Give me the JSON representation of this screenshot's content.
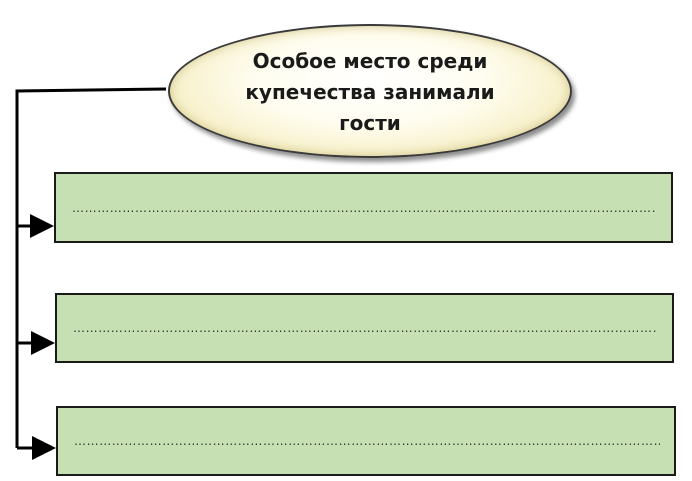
{
  "title": {
    "lines": [
      "Особое место среди",
      "купечества занимали",
      "гости"
    ]
  },
  "boxes": [
    {
      "placeholder": "……………………………………………………………………………………………………………………………………………………………………………………………"
    },
    {
      "placeholder": "……………………………………………………………………………………………………………………………………………………………………………………………"
    },
    {
      "placeholder": "……………………………………………………………………………………………………………………………………………………………………………………………"
    }
  ],
  "colors": {
    "box_fill": "#c6e0b4",
    "ellipse_fill": "#f7f0c9",
    "line": "#000000"
  }
}
